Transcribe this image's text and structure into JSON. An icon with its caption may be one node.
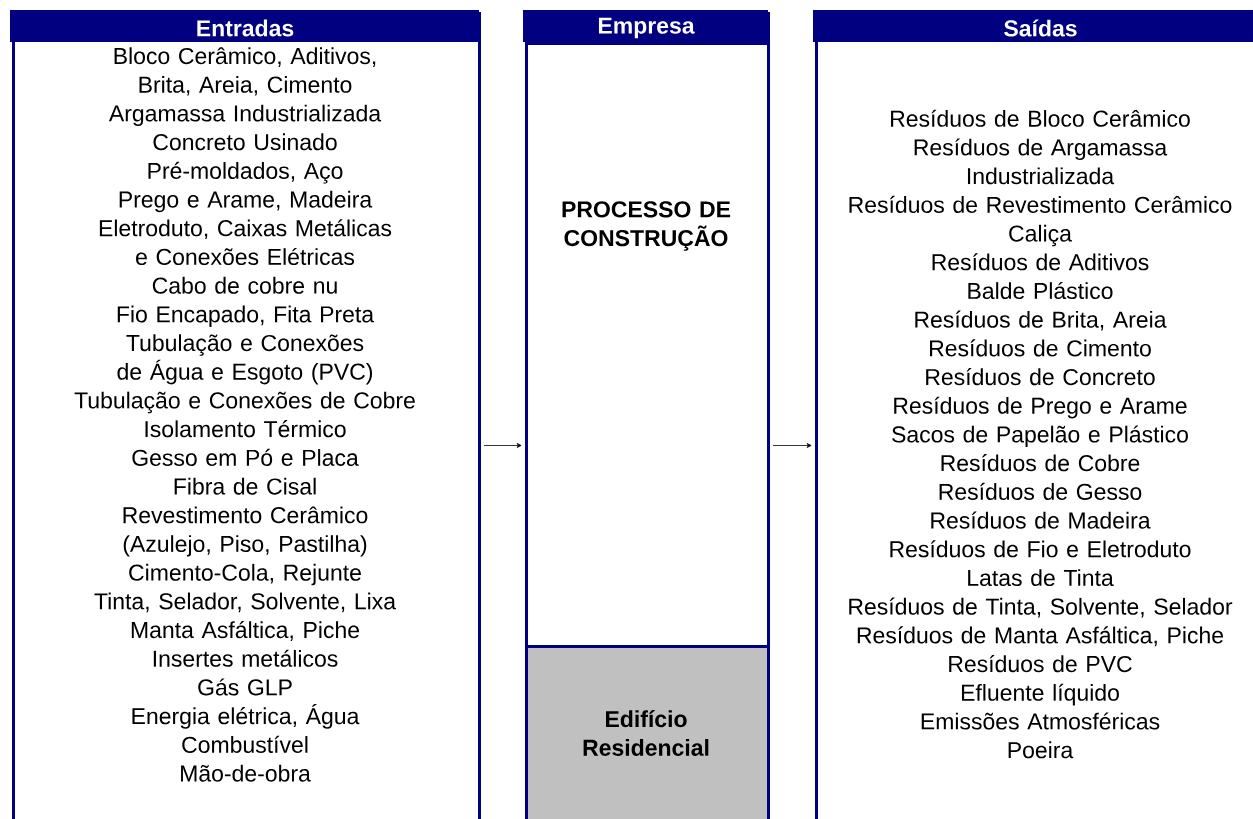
{
  "diagram": {
    "nodes": [
      {
        "text": [
          "Entradas",
          "Bloco Cerâmico, Aditivos, Brita, Areia, Cimento",
          "Argamassa Industrializada",
          "Concreto Usinado",
          "Pré-moldados, Aço",
          "Prego e Arame, Madeira",
          "Eletroduto, Caixas Metálicas e Conexões Elétricas",
          "Cabo de cobre nu",
          "Fio Encapado, Fita Preta",
          "Tubulação e Conexões de Água e Esgoto (PVC)",
          "Tubulação e Conexões de Cobre",
          "Isolamento Térmico",
          "Gesso em Pó e Placa",
          "Fibra de Cisal",
          "Revestimento Cerâmico (Azulejo, Piso, Pastilha)",
          "Cimento-Cola, Rejunte",
          "Tinta, Selador, Solvente, Lixa",
          "Manta Asfáltica, Piche",
          "Insertes metálicos",
          "Gás GLP",
          "Energia elétrica, Água",
          "Combustível",
          "Mão-de-obra"
        ]
      },
      {
        "text": [
          "Empresa"
        ]
      },
      {
        "text": [
          "PROCESSO DE CONSTRUÇÃO"
        ],
        "in": 1
      },
      {
        "text": [
          "Edifício Residencial"
        ],
        "in": 1
      },
      {
        "text": [
          "Saídas",
          "Resíduos de Bloco Cerâmico",
          "Resíduos de Argamassa Industrializada",
          "Resíduos de Revestimento Cerâmico",
          "Caliça",
          "Resíduos de Aditivos",
          "Balde Plástico",
          "Resíduos de Brita, Areia",
          "Resíduos de Cimento",
          "Resíduos de Concreto",
          "Resíduos de Prego e Arame",
          "Sacos de Papelão e Plástico",
          "Resíduos de Cobre",
          "Resíduos de Gesso",
          "Resíduos de Madeira",
          "Resíduos de Fio e Eletroduto",
          "Latas de Tinta",
          "Resíduos de Tinta, Solvente, Selador",
          "Resíduos de Manta Asfáltica, Piche",
          "Resíduos de PVC",
          "Efluente líquido",
          "Emissões Atmosféricas",
          "Poeira"
        ]
      }
    ],
    "edges": [
      {
        "from": 0,
        "to": 1,
        "arrow": "to"
      },
      {
        "from": 1,
        "to": 4,
        "arrow": "to"
      }
    ]
  }
}
